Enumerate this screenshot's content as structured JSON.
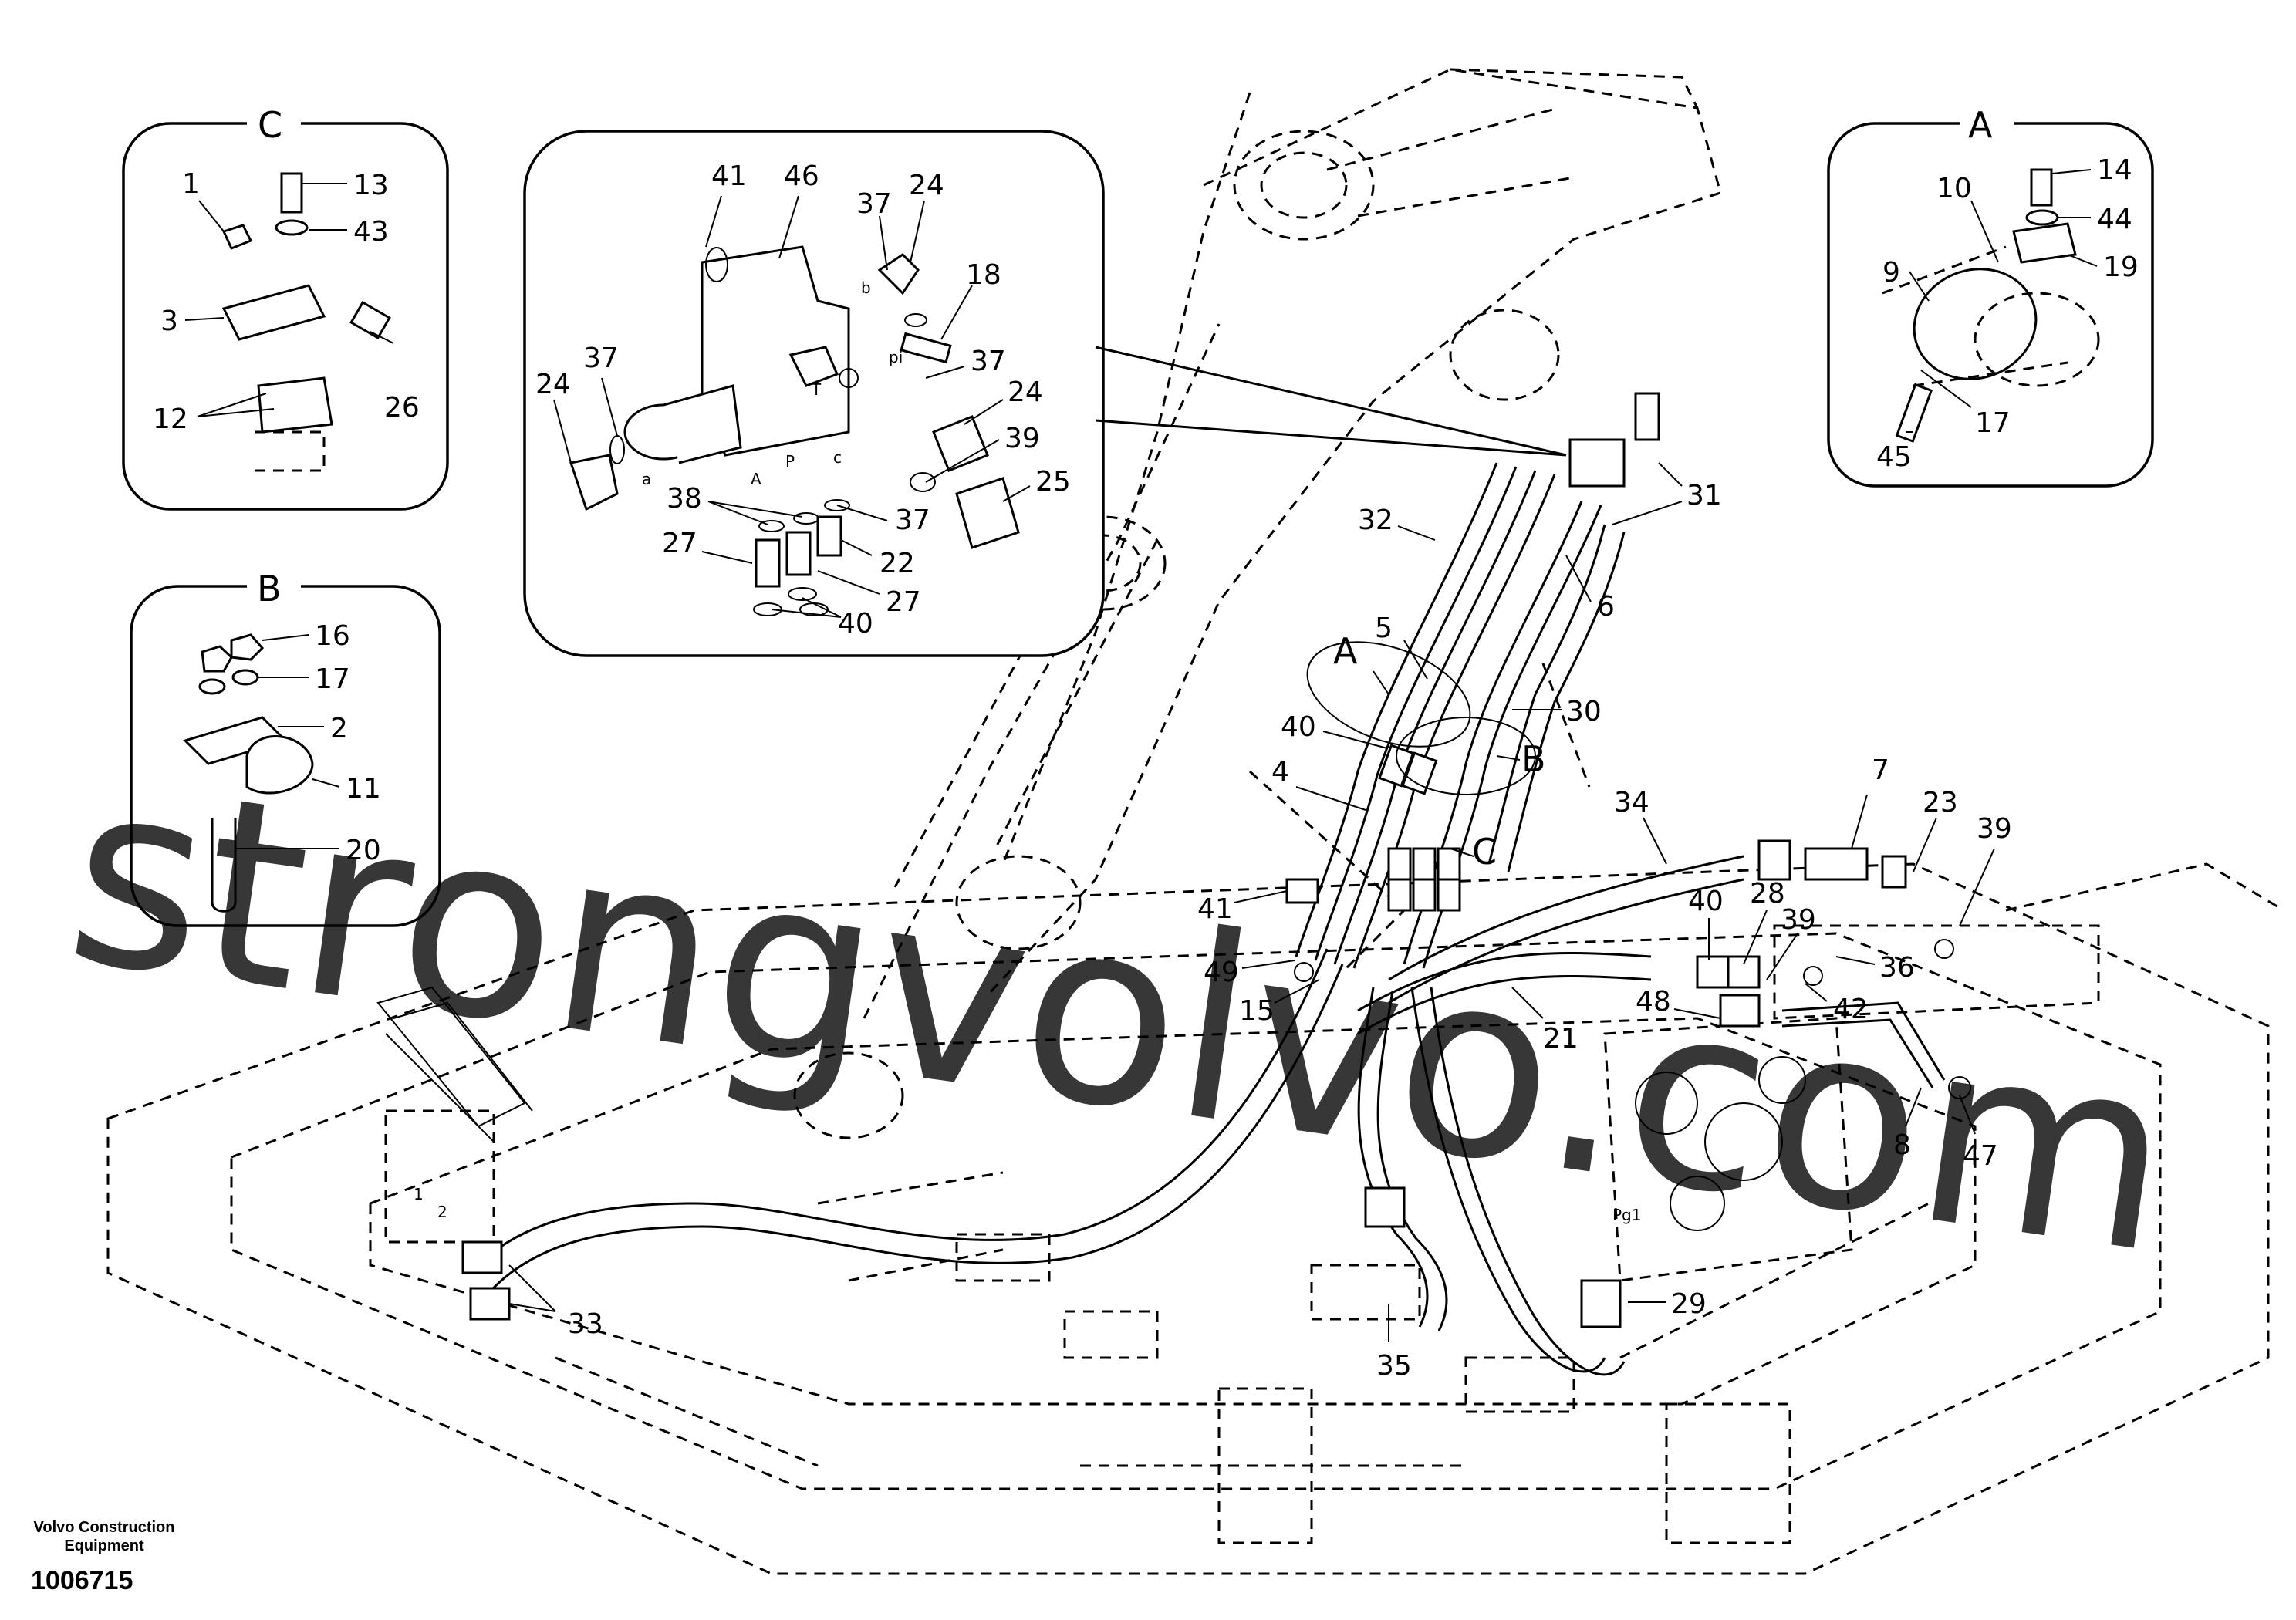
{
  "detail_labels": {
    "c": "C",
    "b": "B",
    "a": "A"
  },
  "footer": {
    "brand": "Volvo Construction Equipment",
    "drawing_number": "1006715"
  },
  "watermark": "strongvolvo.com",
  "valve_port_labels": [
    "a",
    "b",
    "pi",
    "T",
    "A",
    "P",
    "c"
  ],
  "pump_port_labels": [
    "Pg1"
  ],
  "pedal_port_labels": [
    "1",
    "2"
  ],
  "callouts": [
    "1",
    "2",
    "3",
    "4",
    "5",
    "6",
    "7",
    "8",
    "9",
    "10",
    "11",
    "12",
    "13",
    "14",
    "15",
    "16",
    "17",
    "18",
    "19",
    "20",
    "21",
    "22",
    "23",
    "24",
    "25",
    "26",
    "27",
    "28",
    "29",
    "30",
    "31",
    "32",
    "33",
    "34",
    "35",
    "36",
    "37",
    "38",
    "39",
    "40",
    "41",
    "42",
    "43",
    "44",
    "45",
    "46",
    "47",
    "48",
    "49"
  ],
  "colors": {
    "line": "#000000",
    "watermark": "#e8a9a9",
    "background": "#ffffff"
  }
}
